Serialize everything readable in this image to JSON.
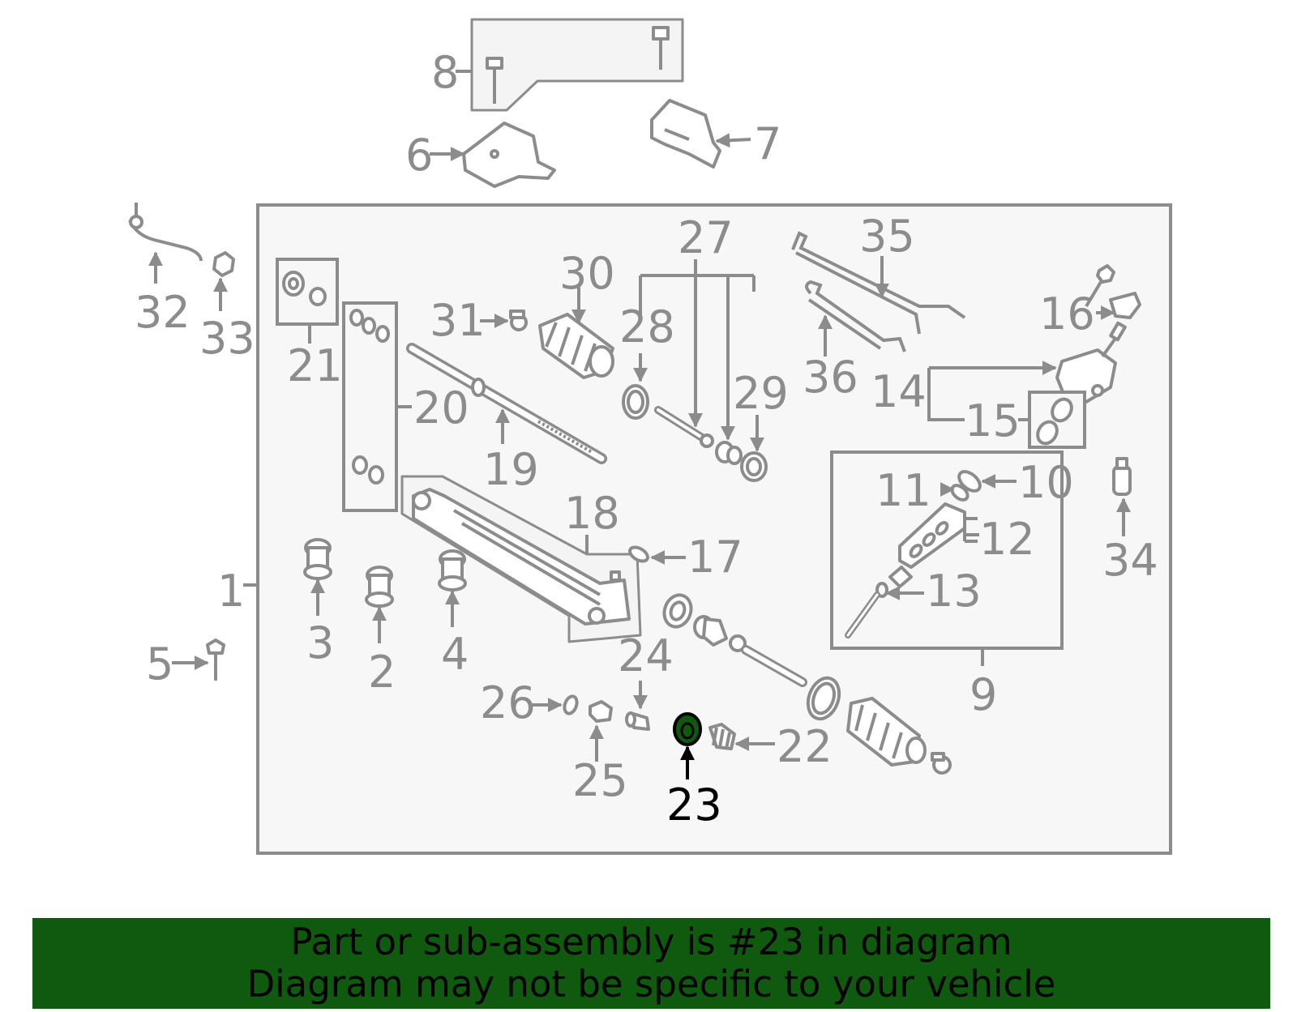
{
  "diagram": {
    "callouts": [
      "1",
      "2",
      "3",
      "4",
      "5",
      "6",
      "7",
      "8",
      "9",
      "10",
      "11",
      "12",
      "13",
      "14",
      "15",
      "16",
      "17",
      "18",
      "19",
      "20",
      "21",
      "22",
      "23",
      "24",
      "25",
      "26",
      "27",
      "28",
      "29",
      "30",
      "31",
      "32",
      "33",
      "34",
      "35",
      "36"
    ],
    "highlighted_part": "23",
    "colors": {
      "highlight": "#0f5a0f",
      "line": "#8c8c8c",
      "panel": "#f7f7f7"
    }
  },
  "banner": {
    "line1": "Part or sub-assembly is #23 in diagram",
    "line2": "Diagram may not be specific to your vehicle"
  }
}
